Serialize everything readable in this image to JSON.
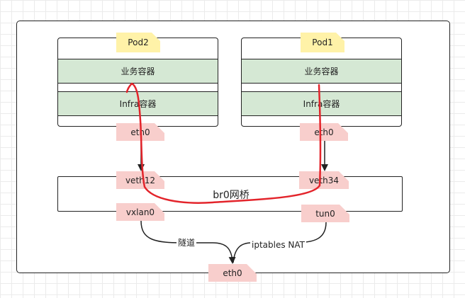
{
  "pods": [
    {
      "name": "Pod2",
      "app_container": "业务容器",
      "infra_container": "Infra容器",
      "interface": "eth0"
    },
    {
      "name": "Pod1",
      "app_container": "业务容器",
      "infra_container": "Infra容器",
      "interface": "eth0"
    }
  ],
  "bridge": {
    "label": "br0网桥",
    "veth_left": "veth12",
    "veth_right": "veth34"
  },
  "tunnels": {
    "left": "vxlan0",
    "right": "tun0"
  },
  "edges": {
    "left_label": "隧道",
    "right_label": "iptables NAT"
  },
  "host_interface": "eth0",
  "colors": {
    "app_band": "#d5e8d4",
    "interface_tag": "#f8cecc",
    "pod_note": "#fff2a8",
    "red_path": "#e3242b"
  }
}
